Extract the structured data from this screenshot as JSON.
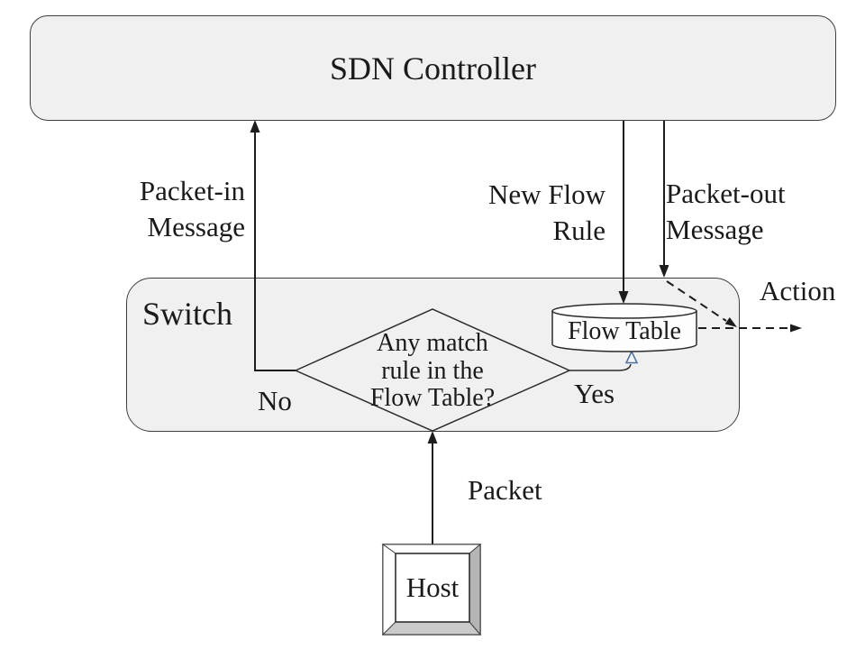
{
  "diagram": {
    "nodes": {
      "sdn_controller": {
        "label": "SDN Controller"
      },
      "switch": {
        "label": "Switch"
      },
      "flow_table": {
        "label": "Flow Table"
      },
      "host": {
        "label": "Host"
      },
      "decision": {
        "line1": "Any match",
        "line2": "rule in the",
        "line3": "Flow Table?"
      }
    },
    "edges": {
      "packet_in": {
        "line1": "Packet-in",
        "line2": "Message"
      },
      "new_flow": {
        "line1": "New Flow",
        "line2": "Rule"
      },
      "packet_out": {
        "line1": "Packet-out",
        "line2": "Message"
      },
      "action": {
        "label": "Action"
      },
      "no_branch": {
        "label": "No"
      },
      "yes_branch": {
        "label": "Yes"
      },
      "packet": {
        "label": "Packet"
      }
    }
  },
  "colors": {
    "box_fill": "#f0f0f0",
    "box_border": "#3f3f3f",
    "line_ink": "#1c1c1c",
    "cylinder_fill": "#fdfdfd",
    "open_arrow_stroke": "#4d6f9e",
    "open_arrow_fill": "#f2f6fa",
    "host_bevel_right": "#b5b5b5",
    "host_bevel_bottom": "#cacaca",
    "background": "#ffffff"
  }
}
